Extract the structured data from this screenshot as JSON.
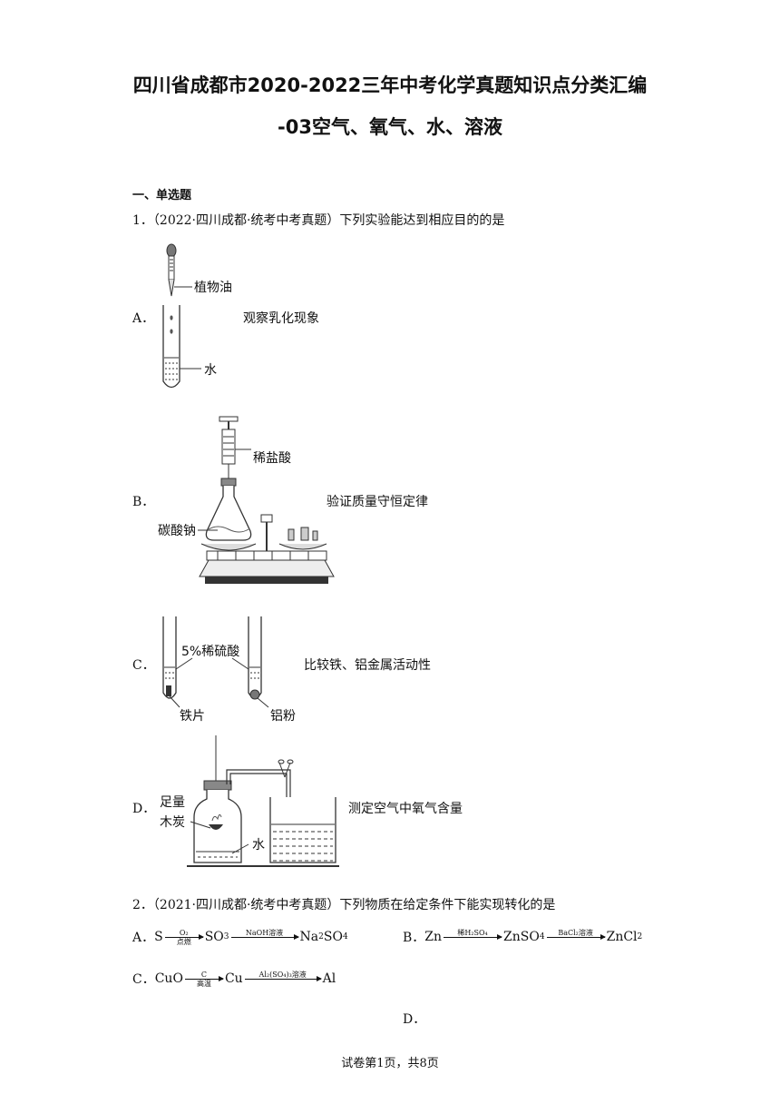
{
  "title": {
    "line1": "四川省成都市2020-2022三年中考化学真题知识点分类汇编",
    "line2": "-03空气、氧气、水、溶液"
  },
  "section": "一、单选题",
  "q1": {
    "stem": "1．（2022·四川成都·统考中考真题）下列实验能达到相应目的的是",
    "options": [
      {
        "letter": "A．",
        "desc": "观察乳化现象",
        "labels": [
          "植物油",
          "水"
        ]
      },
      {
        "letter": "B．",
        "desc": "验证质量守恒定律",
        "labels": [
          "稀盐酸",
          "碳酸钠"
        ]
      },
      {
        "letter": "C．",
        "desc": "比较铁、铝金属活动性",
        "labels": [
          "5%稀硫酸",
          "铁片",
          "铝粉"
        ]
      },
      {
        "letter": "D．",
        "desc": "测定空气中氧气含量",
        "labels": [
          "足量",
          "木炭",
          "水"
        ]
      }
    ]
  },
  "q2": {
    "stem": "2．（2021·四川成都·统考中考真题）下列物质在给定条件下能实现转化的是",
    "A": {
      "letter": "A．",
      "s0": "S",
      "a1_top": "O₂",
      "a1_bot": "点燃",
      "s1": "SO",
      "s1sub": "3",
      "a2_top": "NaOH溶液",
      "s2": "Na",
      "s2sub": "2",
      "s2b": "SO",
      "s2bsub": "4"
    },
    "B": {
      "letter": "B．",
      "s0": "Zn",
      "a1_top": "稀H₂SO₄",
      "s1": "ZnSO",
      "s1sub": "4",
      "a2_top": "BaCl₂溶液",
      "s2": "ZnCl",
      "s2sub": "2"
    },
    "C": {
      "letter": "C．",
      "s0": "CuO",
      "a1_top": "C",
      "a1_bot": "高温",
      "s1": "Cu",
      "a2_top": "Al₂(SO₄)₃溶液",
      "s2": "Al"
    },
    "D": {
      "letter": "D．"
    }
  },
  "footer": "试卷第1页，共8页"
}
